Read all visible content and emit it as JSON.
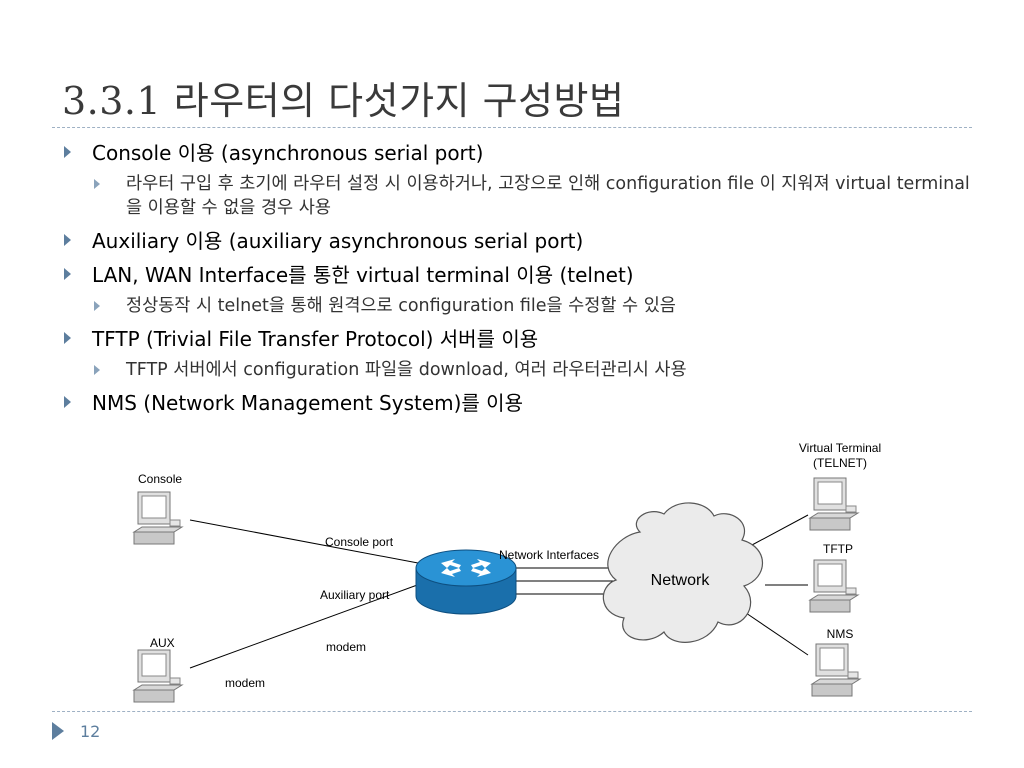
{
  "slide": {
    "title": "3.3.1 라우터의 다섯가지 구성방법",
    "page_number": "12"
  },
  "bullets": [
    {
      "text": "Console 이용 (asynchronous serial port)",
      "subs": [
        "라우터 구입 후 초기에 라우터 설정 시 이용하거나, 고장으로 인해 configuration file 이 지워져 virtual terminal을 이용할 수 없을 경우 사용"
      ]
    },
    {
      "text": "Auxiliary 이용 (auxiliary asynchronous serial port)",
      "subs": []
    },
    {
      "text": "LAN, WAN Interface를 통한 virtual terminal 이용 (telnet)",
      "subs": [
        "정상동작 시 telnet을 통해 원격으로 configuration file을 수정할 수 있음"
      ]
    },
    {
      "text": "TFTP (Trivial File Transfer Protocol) 서버를 이용",
      "subs": [
        "TFTP 서버에서 configuration 파일을 download, 여러 라우터관리시 사용"
      ]
    },
    {
      "text": "NMS (Network Management System)를 이용",
      "subs": []
    }
  ],
  "diagram": {
    "console_label": "Console",
    "aux_label": "AUX",
    "console_port_label": "Console port",
    "auxiliary_port_label": "Auxiliary port",
    "modem_label_1": "modem",
    "modem_label_2": "modem",
    "network_interfaces_label": "Network Interfaces",
    "network_label": "Network",
    "vt_label_line1": "Virtual Terminal",
    "vt_label_line2": "(TELNET)",
    "tftp_label": "TFTP",
    "nms_label": "NMS"
  },
  "colors": {
    "accent": "#5d7e9e",
    "router_blue": "#1f7fc0",
    "cloud_fill": "#ebebeb"
  }
}
